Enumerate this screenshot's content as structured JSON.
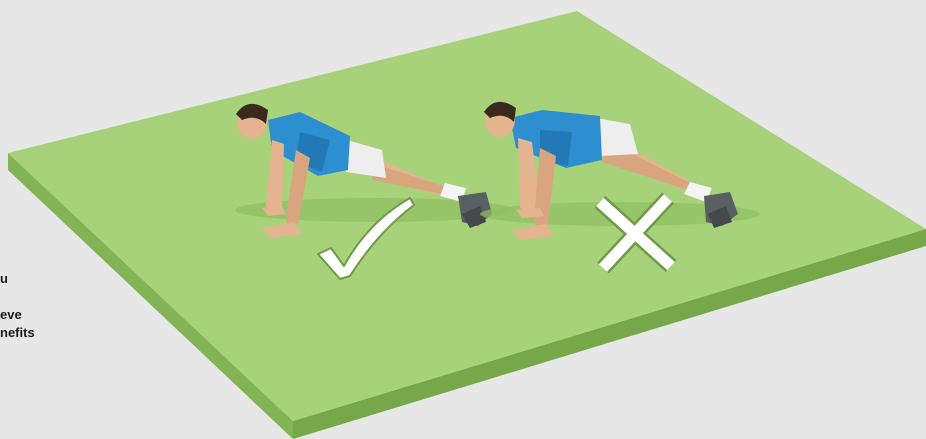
{
  "side_text": {
    "line1": "u",
    "line2": "",
    "line3": "eve",
    "line4": "nefits"
  },
  "figures": [
    {
      "name": "correct-plank-figure",
      "verdict": "correct",
      "marker_icon": "checkmark-icon"
    },
    {
      "name": "incorrect-plank-figure",
      "verdict": "incorrect",
      "marker_icon": "cross-icon"
    }
  ],
  "colors": {
    "background": "#e7e7e8",
    "mat_top": "#a7d27a",
    "mat_side": "#82b455",
    "shirt": "#2e8fd0",
    "shorts": "#eeeeee",
    "skin": "#e3b48f",
    "hair": "#3a2a1e",
    "shoe": "#5a5f63",
    "marker": "#ffffff"
  }
}
